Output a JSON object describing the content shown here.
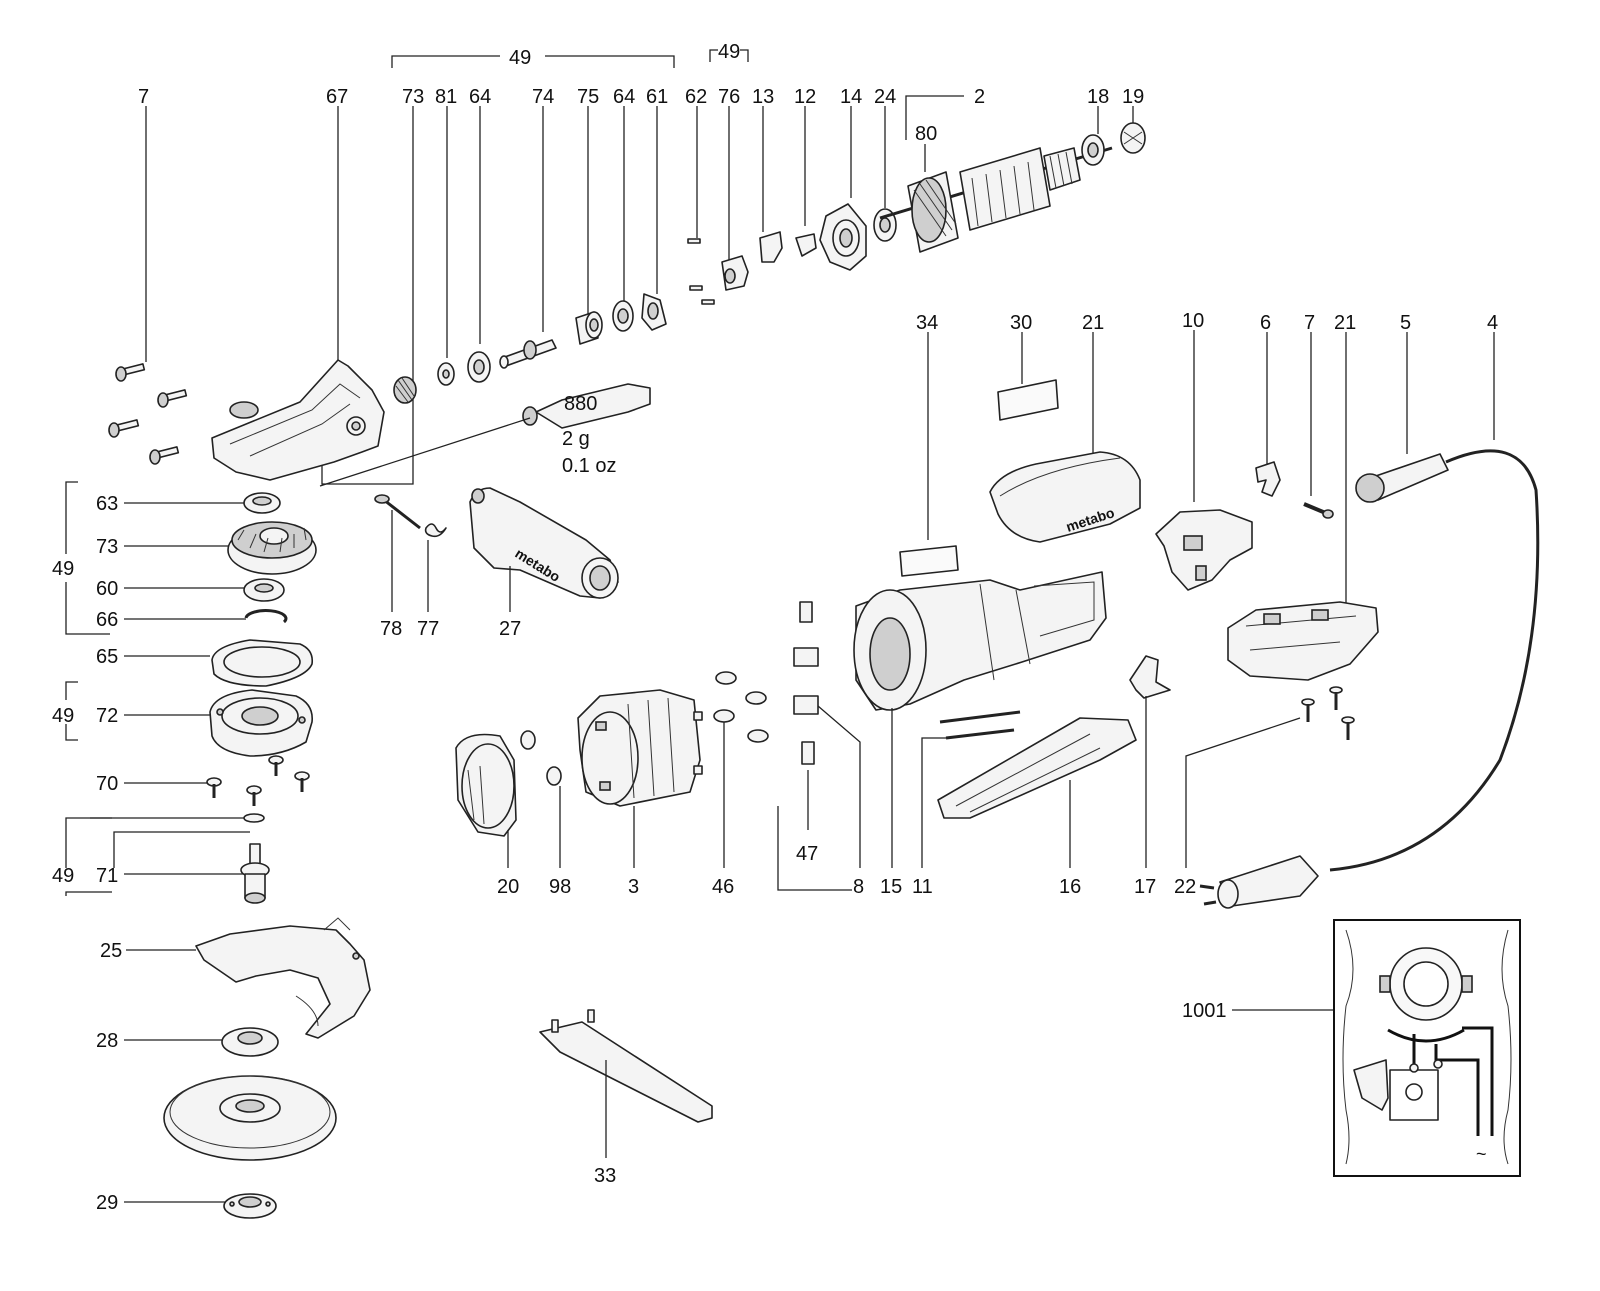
{
  "labels": {
    "l7a": "7",
    "l67": "67",
    "l49top": "49",
    "l73a": "73",
    "l81": "81",
    "l64a": "64",
    "l74": "74",
    "l75": "75",
    "l64b": "64",
    "l61": "61",
    "l49b": "49",
    "l62": "62",
    "l76": "76",
    "l13": "13",
    "l12": "12",
    "l14": "14",
    "l24": "24",
    "l2": "2",
    "l80": "80",
    "l18": "18",
    "l19": "19",
    "l34": "34",
    "l30": "30",
    "l21a": "21",
    "l10": "10",
    "l6": "6",
    "l7b": "7",
    "l21b": "21",
    "l5": "5",
    "l4": "4",
    "l63": "63",
    "l73b": "73",
    "l49c": "49",
    "l60": "60",
    "l66": "66",
    "l65": "65",
    "l49d": "49",
    "l72": "72",
    "l70": "70",
    "l49e": "49",
    "l71": "71",
    "l25": "25",
    "l28": "28",
    "l29": "29",
    "l78": "78",
    "l77": "77",
    "l27": "27",
    "l880": "880",
    "lqty1": "2 g",
    "lqty2": "0.1 oz",
    "l20": "20",
    "l98": "98",
    "l3": "3",
    "l46": "46",
    "l47": "47",
    "l8": "8",
    "l15": "15",
    "l11": "11",
    "l16": "16",
    "l17": "17",
    "l22": "22",
    "l33": "33",
    "l1001": "1001",
    "brand": "metabo",
    "ac": "~"
  }
}
